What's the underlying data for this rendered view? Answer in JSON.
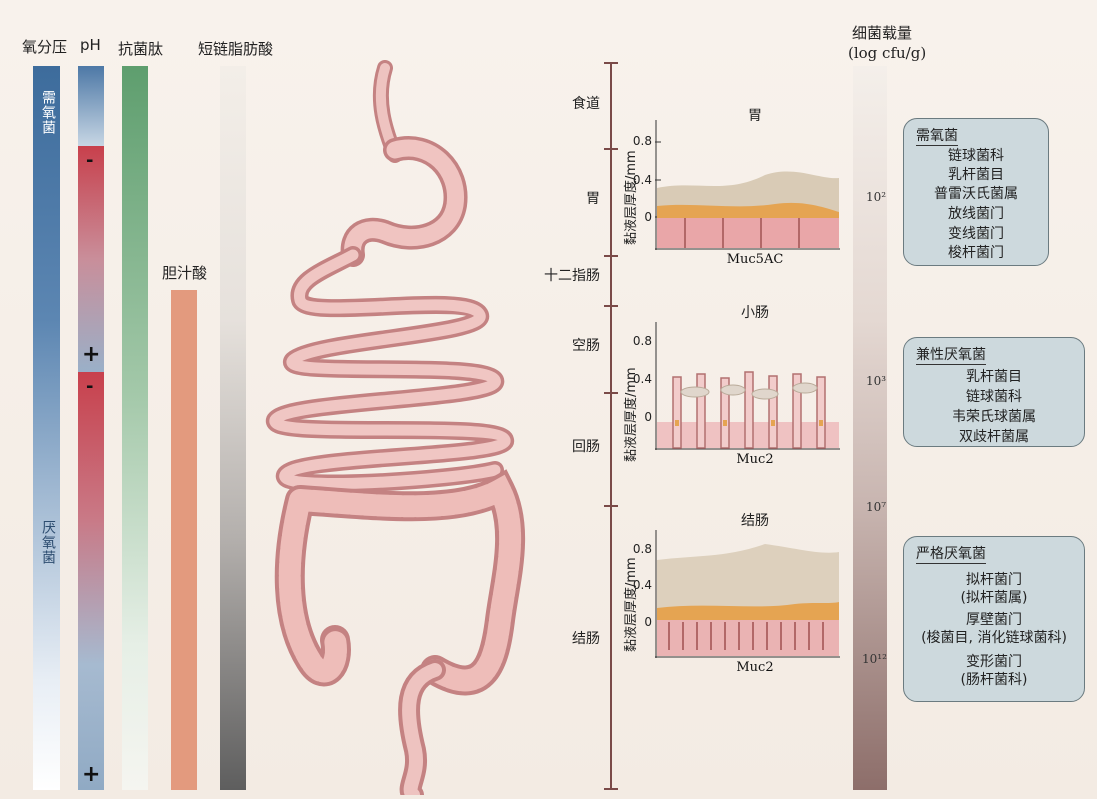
{
  "columns": {
    "oxygen": "氧分压",
    "ph": "pH",
    "antimicrobial": "抗菌肽",
    "scfa": "短链脂肪酸",
    "bile": "胆汁酸",
    "load_title": "细菌载量",
    "load_unit": "(log cfu/g)"
  },
  "oxygen_bar": {
    "top_label": "需氧菌",
    "bottom_label": "厌氧菌"
  },
  "ph_signs": {
    "minus": "-",
    "plus": "+"
  },
  "segments": [
    "食道",
    "胃",
    "十二指肠",
    "空肠",
    "回肠",
    "结肠"
  ],
  "panels": [
    {
      "title": "胃",
      "ylabel": "黏液层厚度/mm",
      "ticks": [
        "0.8",
        "0.4",
        "0"
      ],
      "mucin": "Muc5AC"
    },
    {
      "title": "小肠",
      "ylabel": "黏液层厚度/mm",
      "ticks": [
        "0.8",
        "0.4",
        "0"
      ],
      "mucin": "Muc2"
    },
    {
      "title": "结肠",
      "ylabel": "黏液层厚度/mm",
      "ticks": [
        "0.8",
        "0.4",
        "0"
      ],
      "mucin": "Muc2"
    }
  ],
  "load_values": [
    "10²",
    "10³",
    "10⁷",
    "10¹²"
  ],
  "groups": [
    {
      "title": "需氧菌",
      "items": [
        "链球菌科",
        "乳杆菌目",
        "普雷沃氏菌属",
        "放线菌门",
        "变线菌门",
        "梭杆菌门"
      ]
    },
    {
      "title": "兼性厌氧菌",
      "items": [
        "乳杆菌目",
        "链球菌科",
        "韦荣氏球菌属",
        "双歧杆菌属"
      ]
    },
    {
      "title": "严格厌氧菌",
      "items": [
        "拟杆菌门",
        "(拟杆菌属)",
        "厚壁菌门",
        "(梭菌目, 消化链球菌科)",
        "变形菌门",
        "(肠杆菌科)"
      ]
    }
  ],
  "colors": {
    "oxygen": "#3f6fa0",
    "ph_red": "#c8404c",
    "antimicrobial": "#5e9e6e",
    "bile": "#e39a7e",
    "scfa": "#6c6c6c",
    "gut": "#e4a4a4",
    "box": "#cdd9dd"
  }
}
